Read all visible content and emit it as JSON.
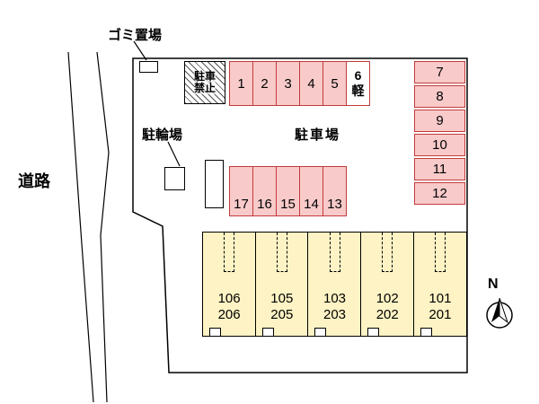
{
  "labels": {
    "garbage": "ゴミ置場",
    "bicycle": "駐輪場",
    "parking_lot": "駐車場",
    "road": "道路",
    "no_parking_line1": "駐車",
    "no_parking_line2": "禁止",
    "north": "N",
    "kei_number": "6",
    "kei": "軽"
  },
  "colors": {
    "parking_fill": "#f8caca",
    "parking_border": "#c23b3b",
    "building_fill": "#fdf3c4",
    "outline": "#000000"
  },
  "parking": {
    "top_row": [
      "1",
      "2",
      "3",
      "4",
      "5"
    ],
    "right_column": [
      "7",
      "8",
      "9",
      "10",
      "11",
      "12"
    ],
    "middle_row": [
      "17",
      "16",
      "15",
      "14",
      "13"
    ]
  },
  "building_units": [
    {
      "upper": "106",
      "lower": "206"
    },
    {
      "upper": "105",
      "lower": "205"
    },
    {
      "upper": "103",
      "lower": "203"
    },
    {
      "upper": "102",
      "lower": "202"
    },
    {
      "upper": "101",
      "lower": "201"
    }
  ]
}
